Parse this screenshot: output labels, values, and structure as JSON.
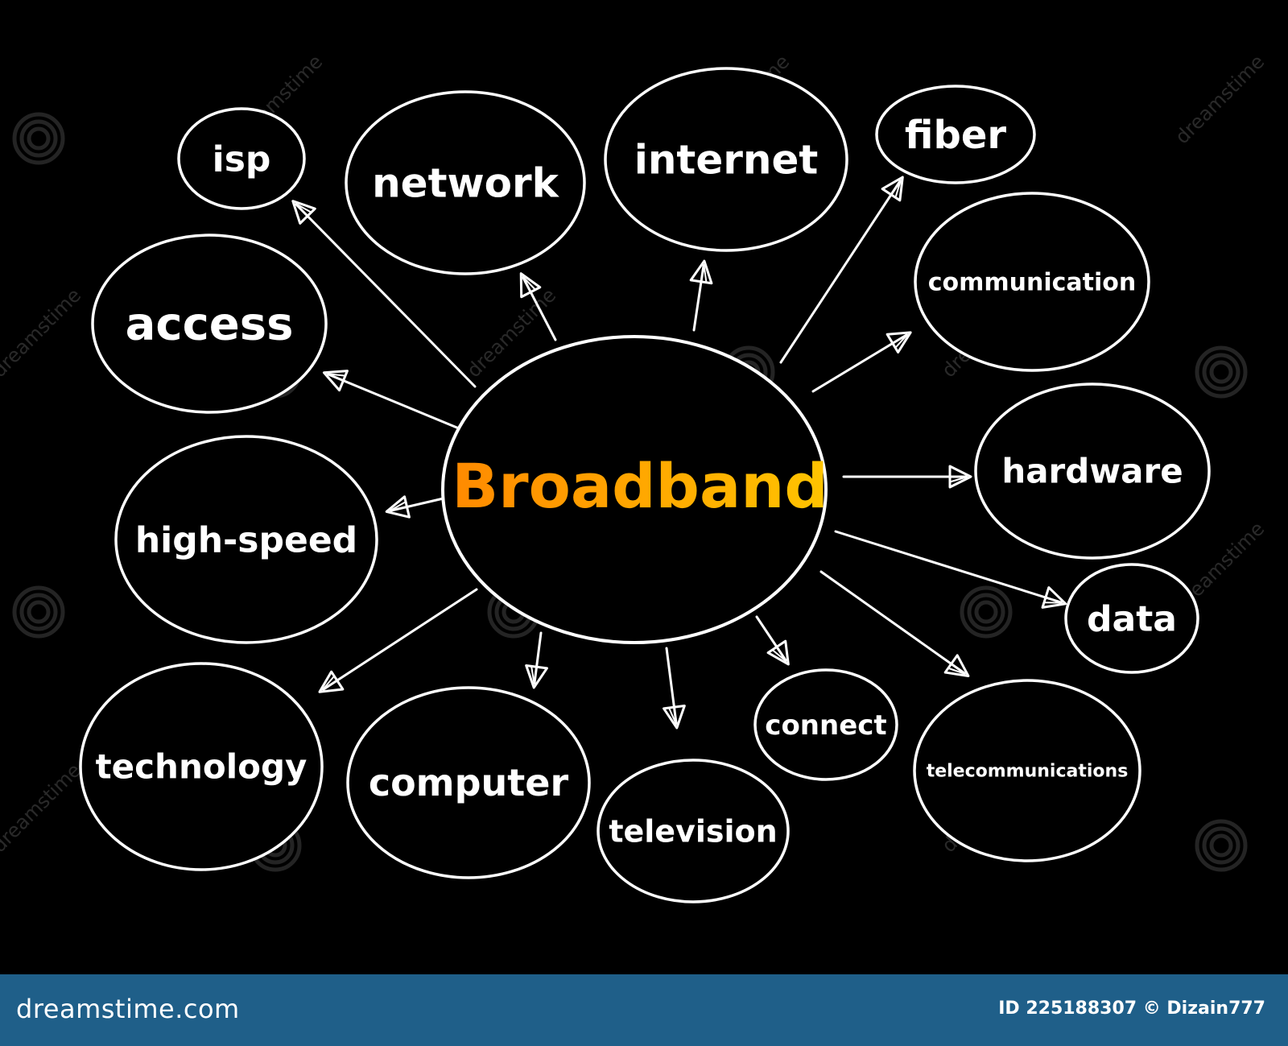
{
  "diagram": {
    "center": {
      "label": "Broadband",
      "gradient": [
        "#ff8a00",
        "#ffc400"
      ]
    },
    "nodes": [
      {
        "id": "isp",
        "label": "isp"
      },
      {
        "id": "network",
        "label": "network"
      },
      {
        "id": "internet",
        "label": "internet"
      },
      {
        "id": "fiber",
        "label": "fiber"
      },
      {
        "id": "communication",
        "label": "communication"
      },
      {
        "id": "access",
        "label": "access"
      },
      {
        "id": "hardware",
        "label": "hardware"
      },
      {
        "id": "high-speed",
        "label": "high-speed"
      },
      {
        "id": "data",
        "label": "data"
      },
      {
        "id": "technology",
        "label": "technology"
      },
      {
        "id": "computer",
        "label": "computer"
      },
      {
        "id": "television",
        "label": "television"
      },
      {
        "id": "connect",
        "label": "connect"
      },
      {
        "id": "telecommunications",
        "label": "telecommunications"
      }
    ]
  },
  "watermark": {
    "text": "dreamstime"
  },
  "footer": {
    "logo": "dreamstime.com",
    "credit": "ID 225188307 © Dizain777",
    "background": "#1f5f89"
  }
}
